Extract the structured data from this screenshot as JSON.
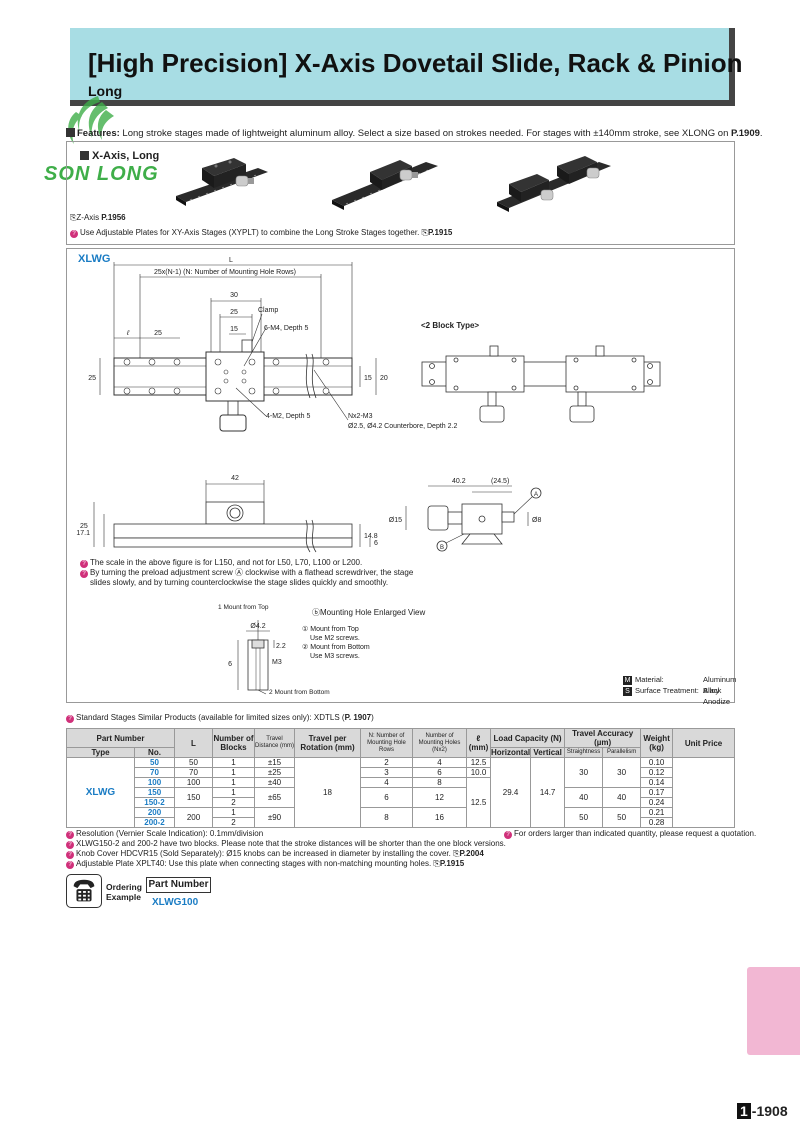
{
  "header": {
    "title": "[High Precision] X-Axis Dovetail Slide, Rack & Pinion",
    "subtitle": "Long"
  },
  "watermark": {
    "text": "SON LONG"
  },
  "features": {
    "label": "Features:",
    "text": " Long stroke stages made of lightweight aluminum alloy. Select a size based on strokes needed. For stages with ±140mm stroke, see XLONG on ",
    "ref": "P.1909",
    "end": "."
  },
  "section": {
    "title": "X-Axis, Long",
    "zaxis": "Z-Axis ",
    "zaxis_ref": "P.1956",
    "adj_note": "Use Adjustable Plates for XY-Axis Stages (XYPLT) to combine the Long Stroke Stages together. ",
    "adj_ref": "P.1915"
  },
  "drawing": {
    "label": "XLWG",
    "two_block": "<2 Block Type>",
    "dims": {
      "L": "L",
      "pitch": "25x(N-1)  (N: Number of Mounting Hole Rows)",
      "d30": "30",
      "d25a": "25",
      "d15": "15",
      "d25b": "25",
      "ell": "ℓ",
      "clamp": "Clamp",
      "m4": "6-M4, Depth 5",
      "m2": "4-M2, Depth 5",
      "nx2": "Nx2-M3",
      "cb": "Ø2.5, Ø4.2 Counterbore, Depth 2.2",
      "h25": "25",
      "h15": "15",
      "h20": "20",
      "w42": "42",
      "h25b": "25",
      "h171": "17.1",
      "h148": "14.8",
      "h6": "6",
      "w402": "40.2",
      "w245": "(24.5)",
      "d15b": "Ø15",
      "d8": "Ø8",
      "A": "A",
      "B": "B"
    },
    "scale_note": [
      "The scale in the above figure is for L150, and not for L50, L70, L100 or L200.",
      "By turning the preload adjustment screw ",
      " clockwise with a flathead screwdriver, the stage",
      "slides slowly, and by turning counterclockwise the stage slides quickly and smoothly."
    ],
    "mount": {
      "top": "Mount from Top",
      "bottom": "Mount from Bottom",
      "title": "Mounting Hole Enlarged View",
      "l1": "Mount from Top",
      "l2": "Use M2 screws.",
      "l3": "Mount from Bottom",
      "l4": "Use M3 screws.",
      "d42": "Ø4.2",
      "d22": "2.2",
      "d6": "6",
      "m3": "M3",
      "n1": "1",
      "n2": "2"
    },
    "legend": {
      "m_key": "M",
      "material": "Material:",
      "material_val": "Aluminum Alloy",
      "s_key": "S",
      "surface": "Surface Treatment:",
      "surface_val": "Black Anodize"
    }
  },
  "std_note": {
    "text": "Standard Stages Similar Products (available for limited sizes only): XDTLS (",
    "ref": "P. 1907",
    "end": ")"
  },
  "table": {
    "headers": {
      "part_number": "Part Number",
      "type": "Type",
      "no": "No.",
      "L": "L",
      "blocks": "Number of Blocks",
      "travel": "Travel Distance (mm)",
      "tpr": "Travel per Rotation (mm)",
      "n_rows": "N: Number of Mounting Hole Rows",
      "n_holes": "Number of Mounting Holes (Nx2)",
      "ell": "ℓ (mm)",
      "load": "Load Capacity (N)",
      "horizontal": "Horizontal",
      "vertical": "Vertical",
      "accuracy": "Travel Accuracy (µm)",
      "straightness": "Straightness",
      "parallelism": "Parallelism",
      "weight": "Weight (kg)",
      "unit_price": "Unit Price"
    },
    "type": "XLWG",
    "tpr": "18",
    "horizontal": "29.4",
    "vertical": "14.7",
    "rows": [
      {
        "no": "50",
        "L": "50",
        "blocks": "1",
        "travel": "±15",
        "n": "2",
        "holes": "4",
        "ell": "12.5",
        "weight": "0.10"
      },
      {
        "no": "70",
        "L": "70",
        "blocks": "1",
        "travel": "±25",
        "n": "3",
        "holes": "6",
        "ell": "10.0",
        "weight": "0.12"
      },
      {
        "no": "100",
        "L": "100",
        "blocks": "1",
        "travel": "±40",
        "n": "4",
        "holes": "8",
        "ell": "",
        "weight": "0.14"
      },
      {
        "no": "150",
        "L": "150",
        "blocks": "1",
        "travel": "±65",
        "n": "6",
        "holes": "12",
        "ell": "12.5",
        "weight": "0.17"
      },
      {
        "no": "150-2",
        "L": "",
        "blocks": "2",
        "travel": "",
        "n": "",
        "holes": "",
        "ell": "",
        "weight": "0.24"
      },
      {
        "no": "200",
        "L": "200",
        "blocks": "1",
        "travel": "±90",
        "n": "8",
        "holes": "16",
        "ell": "",
        "weight": "0.21"
      },
      {
        "no": "200-2",
        "L": "",
        "blocks": "2",
        "travel": "",
        "n": "",
        "holes": "",
        "ell": "",
        "weight": "0.28"
      }
    ],
    "acc1": {
      "straightness": "30",
      "parallelism": "30"
    },
    "acc2": {
      "straightness": "40",
      "parallelism": "40"
    },
    "acc3": {
      "straightness": "50",
      "parallelism": "50"
    }
  },
  "notes": {
    "n1": "Resolution (Vernier Scale Indication): 0.1mm/division",
    "n2": "XLWG150-2 and 200-2 have two blocks. Please note that the stroke distances will be shorter than the one block versions.",
    "n3": "Knob Cover HDCVR15 (Sold Separately): Ø15 knobs can be increased in diameter by installing the cover. ",
    "n3_ref": "P.2004",
    "n4": "Adjustable Plate XPLT40: Use this plate when connecting stages with non-matching mounting holes. ",
    "n4_ref": "P.1915",
    "quote": "For orders larger than indicated quantity, please request a quotation."
  },
  "ordering": {
    "l1": "Ordering",
    "l2": "Example",
    "box": "Part Number",
    "value": "XLWG100"
  },
  "page": {
    "prefix": "1",
    "number": "-1908"
  },
  "colors": {
    "band": "#a8dde4",
    "accent": "#1a7cc4",
    "tab": "#f2b7d3",
    "logo": "#3fae49"
  }
}
